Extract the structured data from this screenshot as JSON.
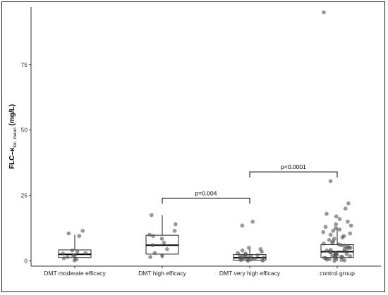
{
  "chart_data": {
    "type": "box",
    "ylabel": {
      "main": "FLC–κ",
      "sub": "loc. mean",
      "suffix": "(mg/L)"
    },
    "xlabel": "",
    "ylim": [
      -2,
      97
    ],
    "yticks": [
      0,
      25,
      50,
      75
    ],
    "categories": [
      "DMT moderate efficacy",
      "DMT high efficacy",
      "DMT very high efficacy",
      "control group"
    ],
    "boxes": [
      {
        "category": "DMT moderate efficacy",
        "whisker_low": 0.2,
        "q1": 1.3,
        "median": 2.5,
        "q3": 4.2,
        "whisker_high": 10
      },
      {
        "category": "DMT high efficacy",
        "whisker_low": 1,
        "q1": 2.6,
        "median": 6,
        "q3": 9.8,
        "whisker_high": 17.5
      },
      {
        "category": "DMT very high efficacy",
        "whisker_low": 0,
        "q1": 0.3,
        "median": 1.2,
        "q3": 2.4,
        "whisker_high": 4.5
      },
      {
        "category": "control group",
        "whisker_low": 0,
        "q1": 1.3,
        "median": 3.5,
        "q3": 6.2,
        "whisker_high": 13
      }
    ],
    "points": [
      [
        0.2,
        0.6,
        1,
        1.5,
        2,
        2.2,
        2.8,
        3,
        3.5,
        4,
        10.5,
        11.5,
        9.5
      ],
      [
        1.5,
        2,
        3,
        4.5,
        6,
        7,
        8.5,
        9.5,
        10,
        11.5,
        14,
        17.5
      ],
      [
        0,
        0.1,
        0.3,
        0.5,
        0.6,
        0.8,
        1,
        1,
        1.2,
        1.4,
        1.5,
        1.8,
        2,
        2,
        2.2,
        2.5,
        2.8,
        3,
        3.5,
        4,
        4.5,
        5,
        13.5,
        15
      ],
      [
        0,
        0.2,
        0.4,
        0.5,
        0.7,
        0.9,
        1,
        1.2,
        1.3,
        1.5,
        1.6,
        1.8,
        2,
        2.1,
        2.3,
        2.5,
        2.6,
        2.8,
        3,
        3.2,
        3.5,
        3.7,
        4,
        4.2,
        4.5,
        4.8,
        5,
        5.2,
        5.5,
        5.8,
        6,
        6.3,
        6.6,
        7,
        7.5,
        8,
        8.5,
        9,
        9.5,
        10,
        10.5,
        11,
        11.5,
        12,
        12.5,
        13,
        13.5,
        14,
        15,
        16,
        17,
        18,
        20,
        22,
        30.5,
        95
      ]
    ],
    "annotations": [
      {
        "text": "p=0.004",
        "from": 1,
        "to": 2,
        "y": 24
      },
      {
        "text": "p<0.0001",
        "from": 2,
        "to": 3,
        "y": 34
      }
    ]
  }
}
